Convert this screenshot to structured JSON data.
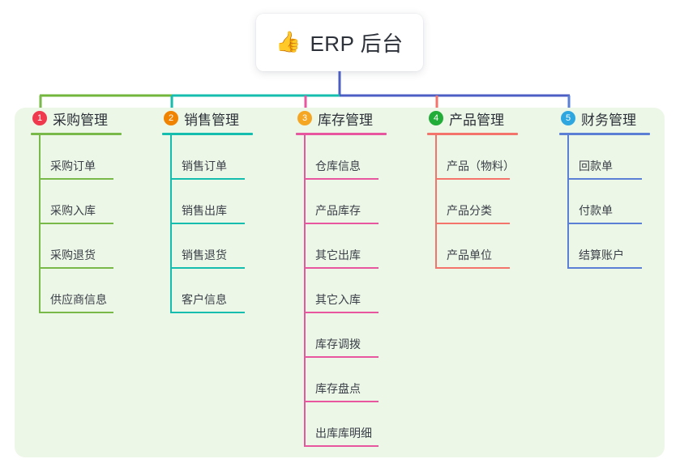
{
  "root": {
    "icon": "thumbs-up-icon",
    "emoji": "👍",
    "title": "ERP 后台"
  },
  "palette": {
    "panel_background": "#edf7e8",
    "page_background": "#ffffff",
    "title_text": "#2c3038",
    "leaf_text": "#3a3f47"
  },
  "connector_colors": {
    "root_stem": "#4c5ec4",
    "bus_left": "#72b63c",
    "bus_mid": "#14bdae",
    "bus_right": "#4c5ec4"
  },
  "columns": [
    {
      "index": "1",
      "label": "采购管理",
      "badge_color": "#f0394d",
      "line_color": "#79b949",
      "items": [
        {
          "label": "采购订单"
        },
        {
          "label": "采购入库"
        },
        {
          "label": "采购退货"
        },
        {
          "label": "供应商信息"
        }
      ]
    },
    {
      "index": "2",
      "label": "销售管理",
      "badge_color": "#f08300",
      "line_color": "#14bdae",
      "items": [
        {
          "label": "销售订单"
        },
        {
          "label": "销售出库"
        },
        {
          "label": "销售退货"
        },
        {
          "label": "客户信息"
        }
      ]
    },
    {
      "index": "3",
      "label": "库存管理",
      "badge_color": "#f5a623",
      "line_color": "#e8569f",
      "items": [
        {
          "label": "仓库信息"
        },
        {
          "label": "产品库存"
        },
        {
          "label": "其它出库"
        },
        {
          "label": "其它入库"
        },
        {
          "label": "库存调拨"
        },
        {
          "label": "库存盘点"
        },
        {
          "label": "出库库明细"
        }
      ]
    },
    {
      "index": "4",
      "label": "产品管理",
      "badge_color": "#22ac38",
      "line_color": "#f4736a",
      "items": [
        {
          "label": "产品（物料）"
        },
        {
          "label": "产品分类"
        },
        {
          "label": "产品单位"
        }
      ]
    },
    {
      "index": "5",
      "label": "财务管理",
      "badge_color": "#2ea7e0",
      "line_color": "#5a7fd4",
      "items": [
        {
          "label": "回款单"
        },
        {
          "label": "付款单"
        },
        {
          "label": "结算账户"
        }
      ]
    }
  ]
}
